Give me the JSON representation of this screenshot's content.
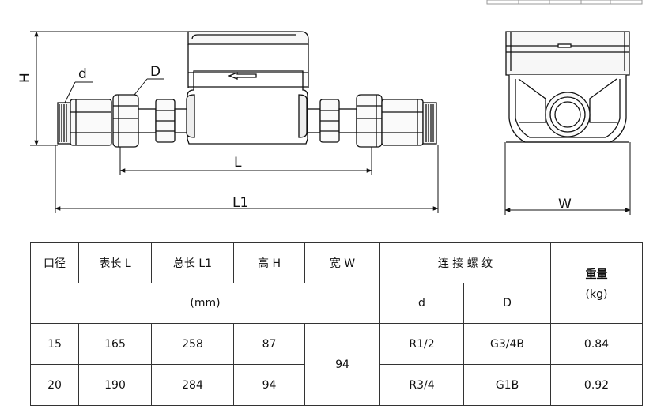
{
  "drawing": {
    "labels": {
      "d": "d",
      "D": "D",
      "H": "H",
      "L": "L",
      "L1": "L1",
      "W": "W"
    }
  },
  "table": {
    "headers": {
      "bore": "口径",
      "meter_length": "表长 L",
      "total_length": "总长 L1",
      "height": "高 H",
      "width": "宽 W",
      "thread": "连 接 螺 纹",
      "weight": "重量",
      "weight_unit": "(kg)"
    },
    "units_row": {
      "mm": "(mm)",
      "d": "d",
      "D": "D"
    },
    "width_value": "94",
    "rows": [
      {
        "bore": "15",
        "L": "165",
        "L1": "258",
        "H": "87",
        "d": "R1/2",
        "D": "G3/4B",
        "weight": "0.84"
      },
      {
        "bore": "20",
        "L": "190",
        "L1": "284",
        "H": "94",
        "d": "R3/4",
        "D": "G1B",
        "weight": "0.92"
      }
    ]
  }
}
